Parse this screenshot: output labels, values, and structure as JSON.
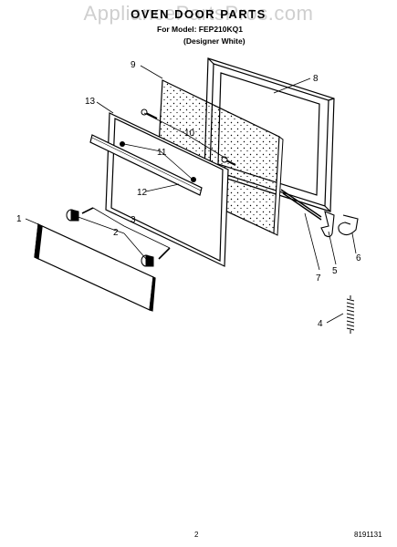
{
  "watermark": "AppliancePartsPros.com",
  "title": "OVEN DOOR PARTS",
  "subtitle_model": "For Model: FEP210KQ1",
  "subtitle_color": "(Designer White)",
  "page_number": "2",
  "doc_number": "8191131",
  "callouts": {
    "c1": "1",
    "c2": "2",
    "c3": "3",
    "c4": "4",
    "c5": "5",
    "c6": "6",
    "c7": "7",
    "c8": "8",
    "c9": "9",
    "c10": "10",
    "c11": "11",
    "c12": "12",
    "c13": "13"
  }
}
